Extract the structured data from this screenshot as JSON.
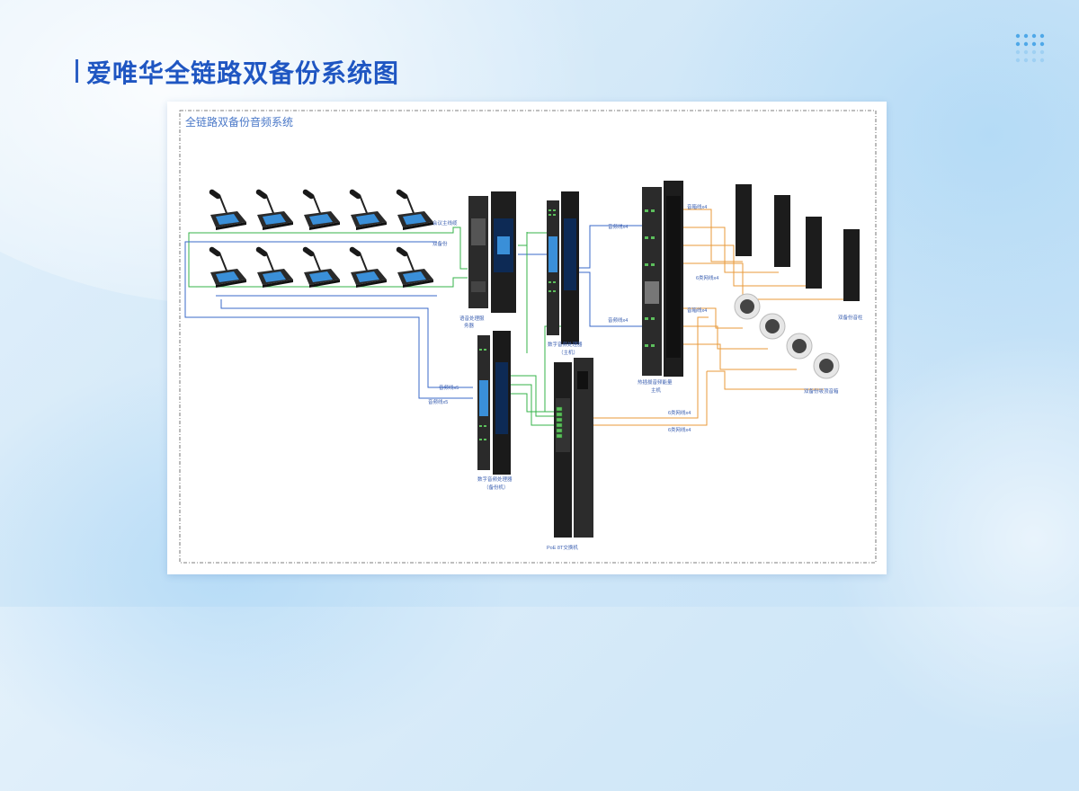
{
  "page": {
    "title": "爱唯华全链路双备份系统图"
  },
  "diagram": {
    "title": "全链路双备份音频系统",
    "labels": {
      "meeting_main": "会议主线缆",
      "dual_backup": "双备份",
      "server_l1": "语音处理服",
      "server_l2": "务器",
      "dsp_main_l1": "数字音频处理器",
      "dsp_main_l2": "（主机）",
      "dsp_backup_l1": "数字音频处理器",
      "dsp_backup_l2": "（备份机）",
      "switch": "PoE 8T交换机",
      "amp_l1": "热插拔音频能量",
      "amp_l2": "主机",
      "column_speakers": "双备份音柱",
      "ceiling_speakers": "双备份吸顶音箱",
      "audio_x4_top": "音频线x4",
      "audio_x4_bottom": "音频线x4",
      "audio_x4_amp_top": "音箱线x4",
      "audio_x4_amp_mid": "音箱线x4",
      "net_x4_amp": "6类网线x4",
      "audio_x5_a": "音频线x5",
      "audio_x5_b": "音频线x5",
      "net_x4_a": "6类网线x4",
      "net_x4_b": "6类网线x4"
    }
  },
  "colors": {
    "title": "#1f56c2",
    "green_wire": "#34b34a",
    "blue_wire": "#3a68c8",
    "orange_wire": "#e89a3a"
  }
}
